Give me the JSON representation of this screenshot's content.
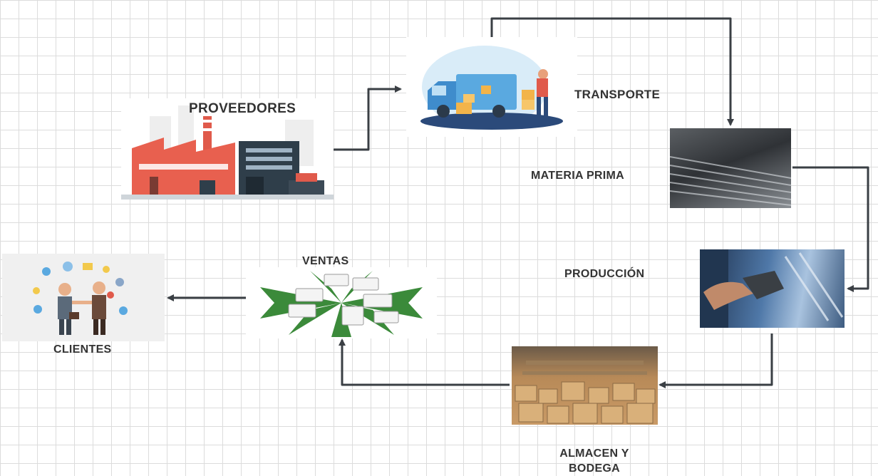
{
  "nodes": {
    "proveedores": {
      "label": "PROVEEDORES"
    },
    "transporte": {
      "label": "TRANSPORTE"
    },
    "materia_prima": {
      "label": "MATERIA PRIMA"
    },
    "produccion": {
      "label": "PRODUCCIÓN"
    },
    "almacen": {
      "label_line1": "ALMACEN Y",
      "label_line2": "BODEGA"
    },
    "ventas": {
      "label": "VENTAS"
    },
    "clientes": {
      "label": "CLIENTES"
    }
  },
  "colors": {
    "arrow": "#3a3f44",
    "label": "#333333",
    "grid": "#dcdcdc"
  },
  "icons": [
    "factory-icon",
    "delivery-truck-icon",
    "steel-sheets-icon",
    "industrial-worker-icon",
    "warehouse-boxes-icon",
    "distribution-trucks-icon",
    "handshake-icon"
  ]
}
